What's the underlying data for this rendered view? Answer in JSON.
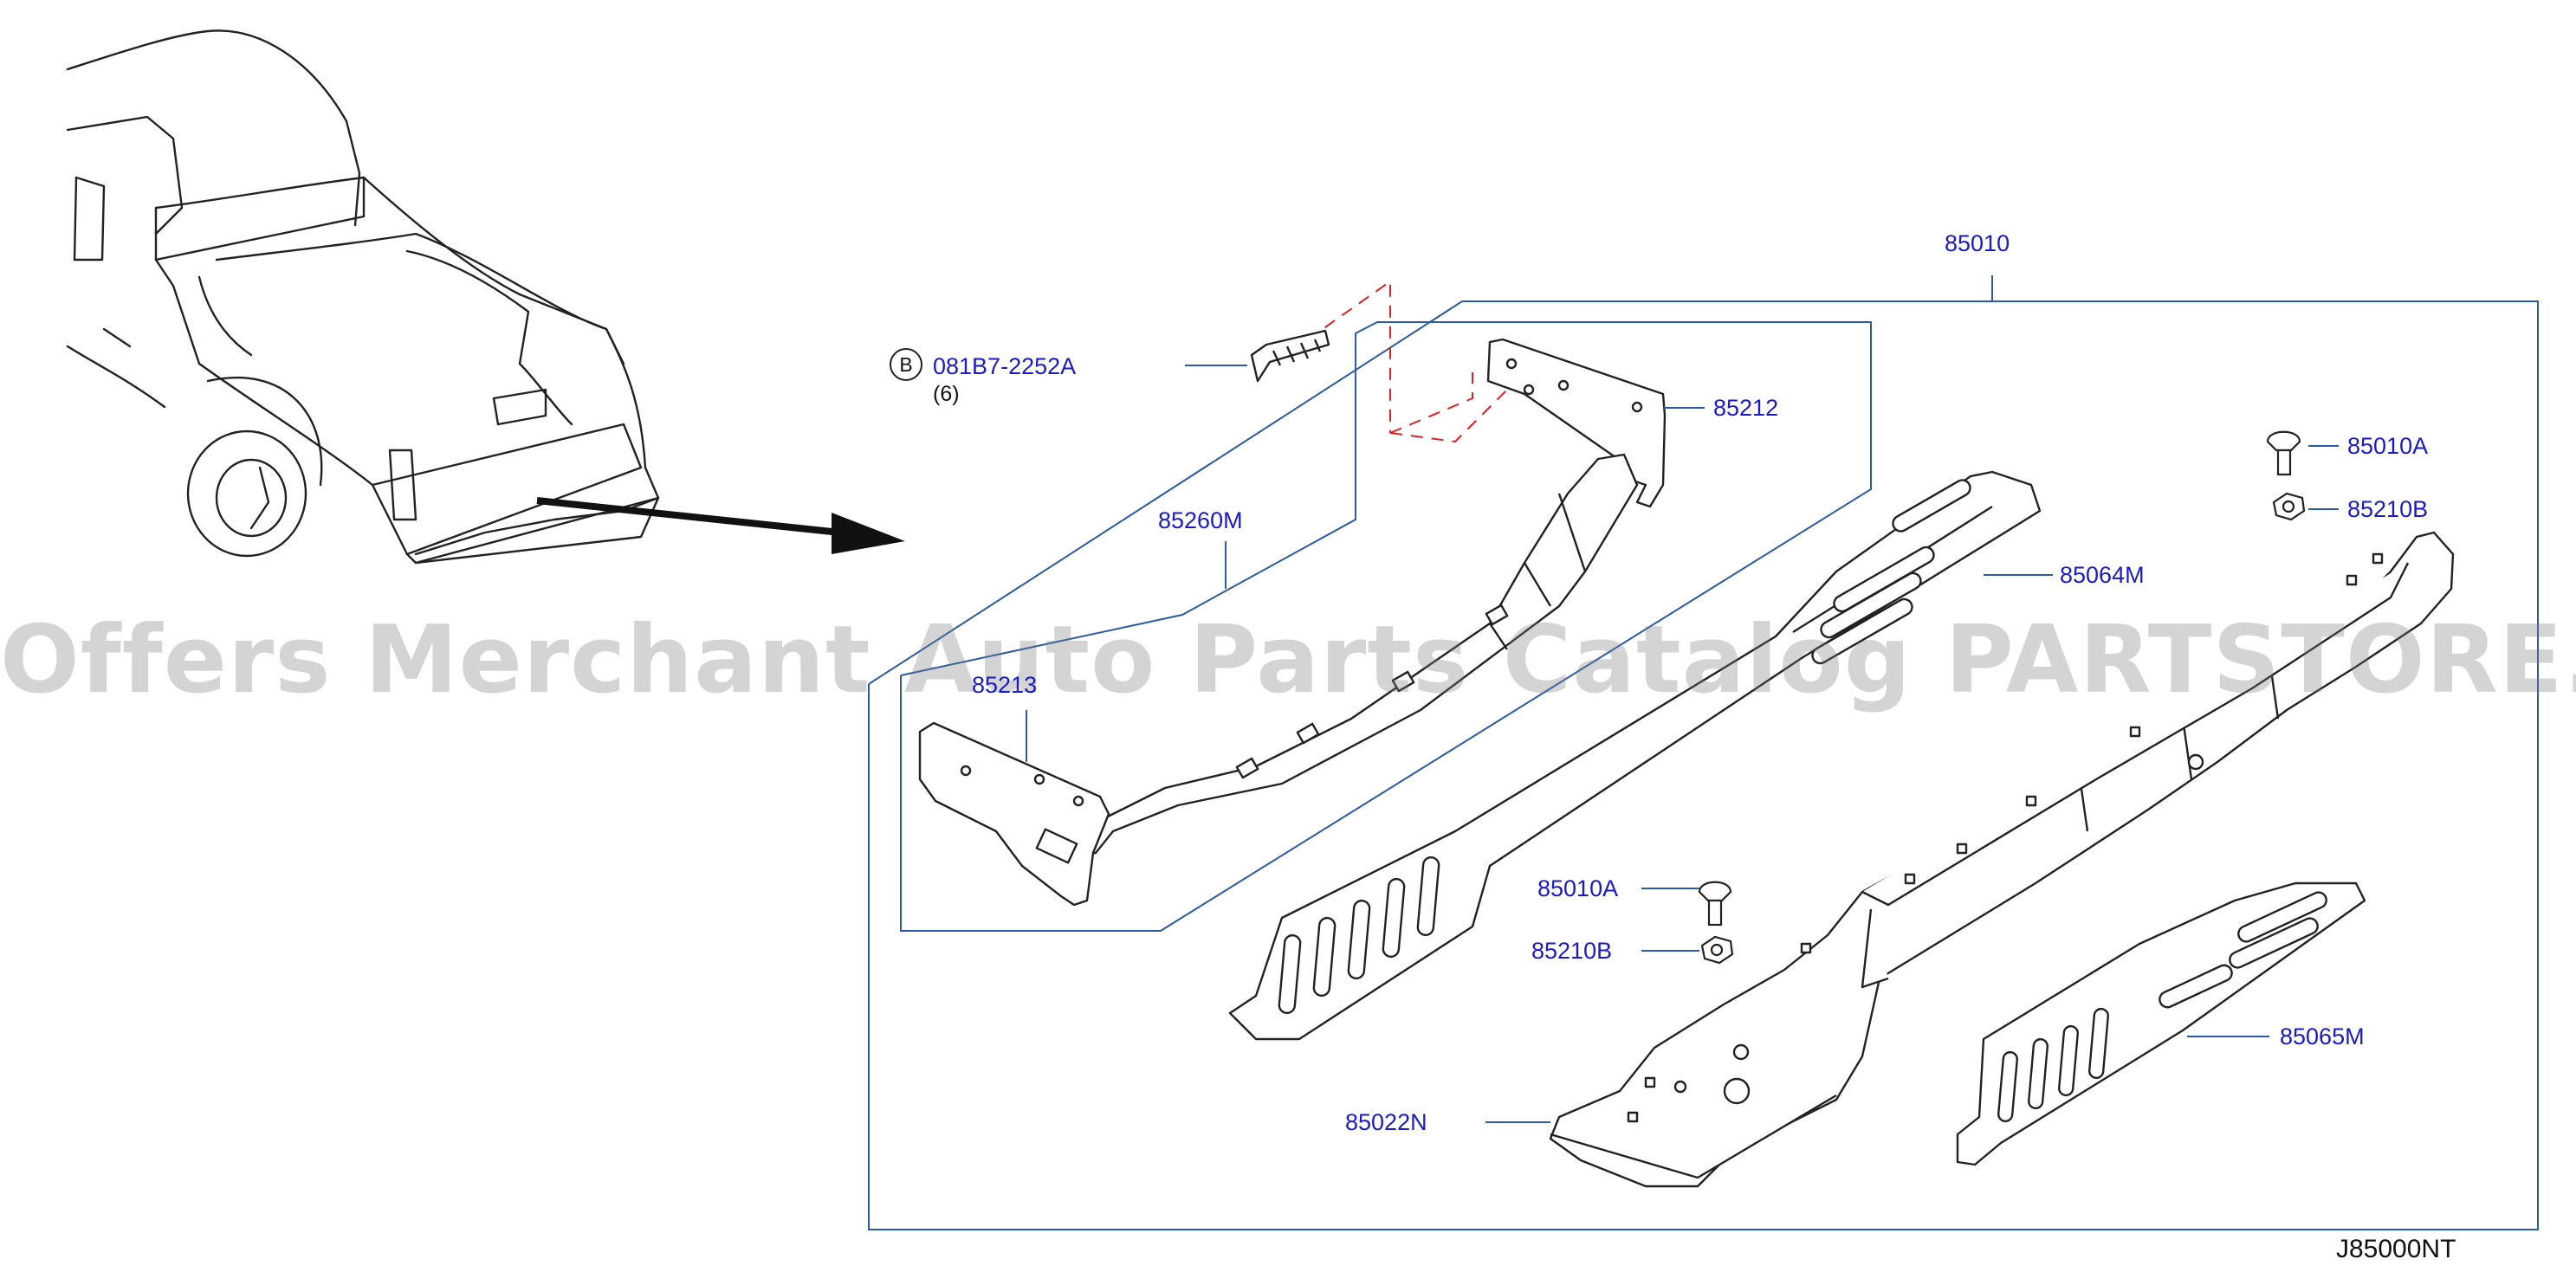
{
  "labels": {
    "assembly": "85010",
    "bolt_part": "081B7-2252A",
    "bolt_qty": "(6)",
    "bolt_badge": "B",
    "bracket_right": "85212",
    "bracket_left": "85213",
    "stay": "85260M",
    "pad_upper": "85064M",
    "clip_upper": "85010A",
    "nut_upper": "85210B",
    "clip_lower": "85010A",
    "nut_lower": "85210B",
    "step_bumper": "85022N",
    "pad_lower": "85065M",
    "diagram_code": "J85000NT"
  },
  "watermark": "Offers Merchant Auto Parts Catalog PARTSTORE.SA",
  "colors": {
    "label": "#1a1acc",
    "leader": "#2a5aa8",
    "outline": "#222222",
    "dashed": "#e02020"
  }
}
